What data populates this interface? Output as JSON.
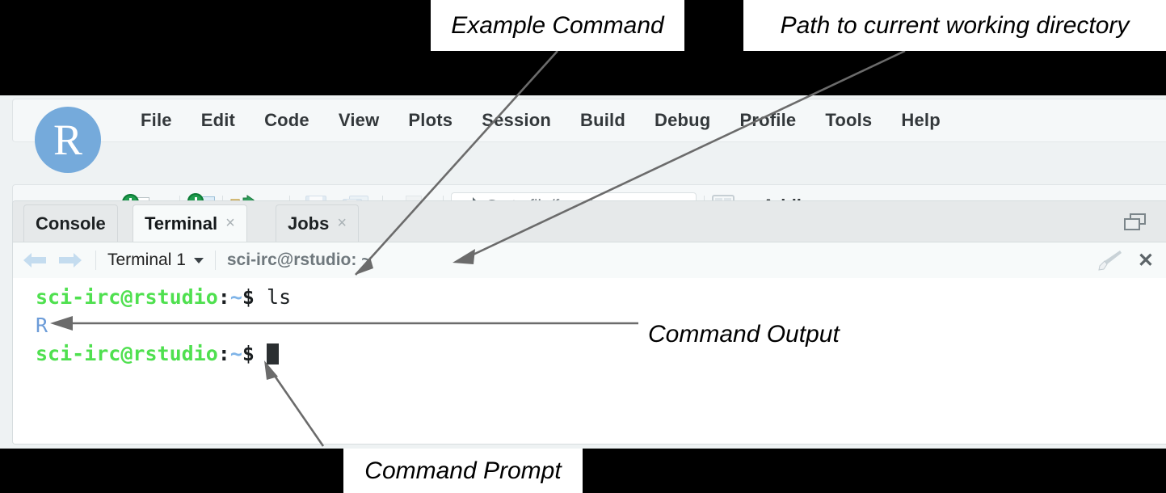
{
  "annotations": {
    "example_command": "Example Command",
    "path_cwd": "Path to current working directory",
    "command_output": "Command Output",
    "command_prompt": "Command Prompt"
  },
  "app": {
    "logo_letter": "R",
    "menu": [
      {
        "label": "File"
      },
      {
        "label": "Edit"
      },
      {
        "label": "Code"
      },
      {
        "label": "View"
      },
      {
        "label": "Plots"
      },
      {
        "label": "Session"
      },
      {
        "label": "Build"
      },
      {
        "label": "Debug"
      },
      {
        "label": "Profile"
      },
      {
        "label": "Tools"
      },
      {
        "label": "Help"
      }
    ],
    "toolbar": {
      "goto_placeholder": "Go to file/function",
      "goto_value": "",
      "addins_label": "Addins"
    }
  },
  "pane": {
    "tabs": [
      {
        "label": "Console",
        "closable": false,
        "active": false
      },
      {
        "label": "Terminal",
        "closable": true,
        "active": true,
        "close_glyph": "×"
      },
      {
        "label": "Jobs",
        "closable": true,
        "active": false,
        "close_glyph": "×"
      }
    ],
    "terminal_bar": {
      "selector_label": "Terminal 1",
      "path_label": "sci-irc@rstudio: ~",
      "close_glyph": "✕"
    }
  },
  "terminal": {
    "colors": {
      "user": "#4FE04F",
      "tilde": "#7FB4E8",
      "output": "#6B9BD8",
      "text": "#1B1F21",
      "background": "#FFFFFF"
    },
    "lines": [
      {
        "type": "prompt",
        "user": "sci-irc@rstudio",
        "colon": ":",
        "path": "~",
        "dollar": "$",
        "command": " ls"
      },
      {
        "type": "output",
        "text": "R"
      },
      {
        "type": "prompt",
        "user": "sci-irc@rstudio",
        "colon": ":",
        "path": "~",
        "dollar": "$",
        "command": " ",
        "cursor": true
      }
    ]
  }
}
